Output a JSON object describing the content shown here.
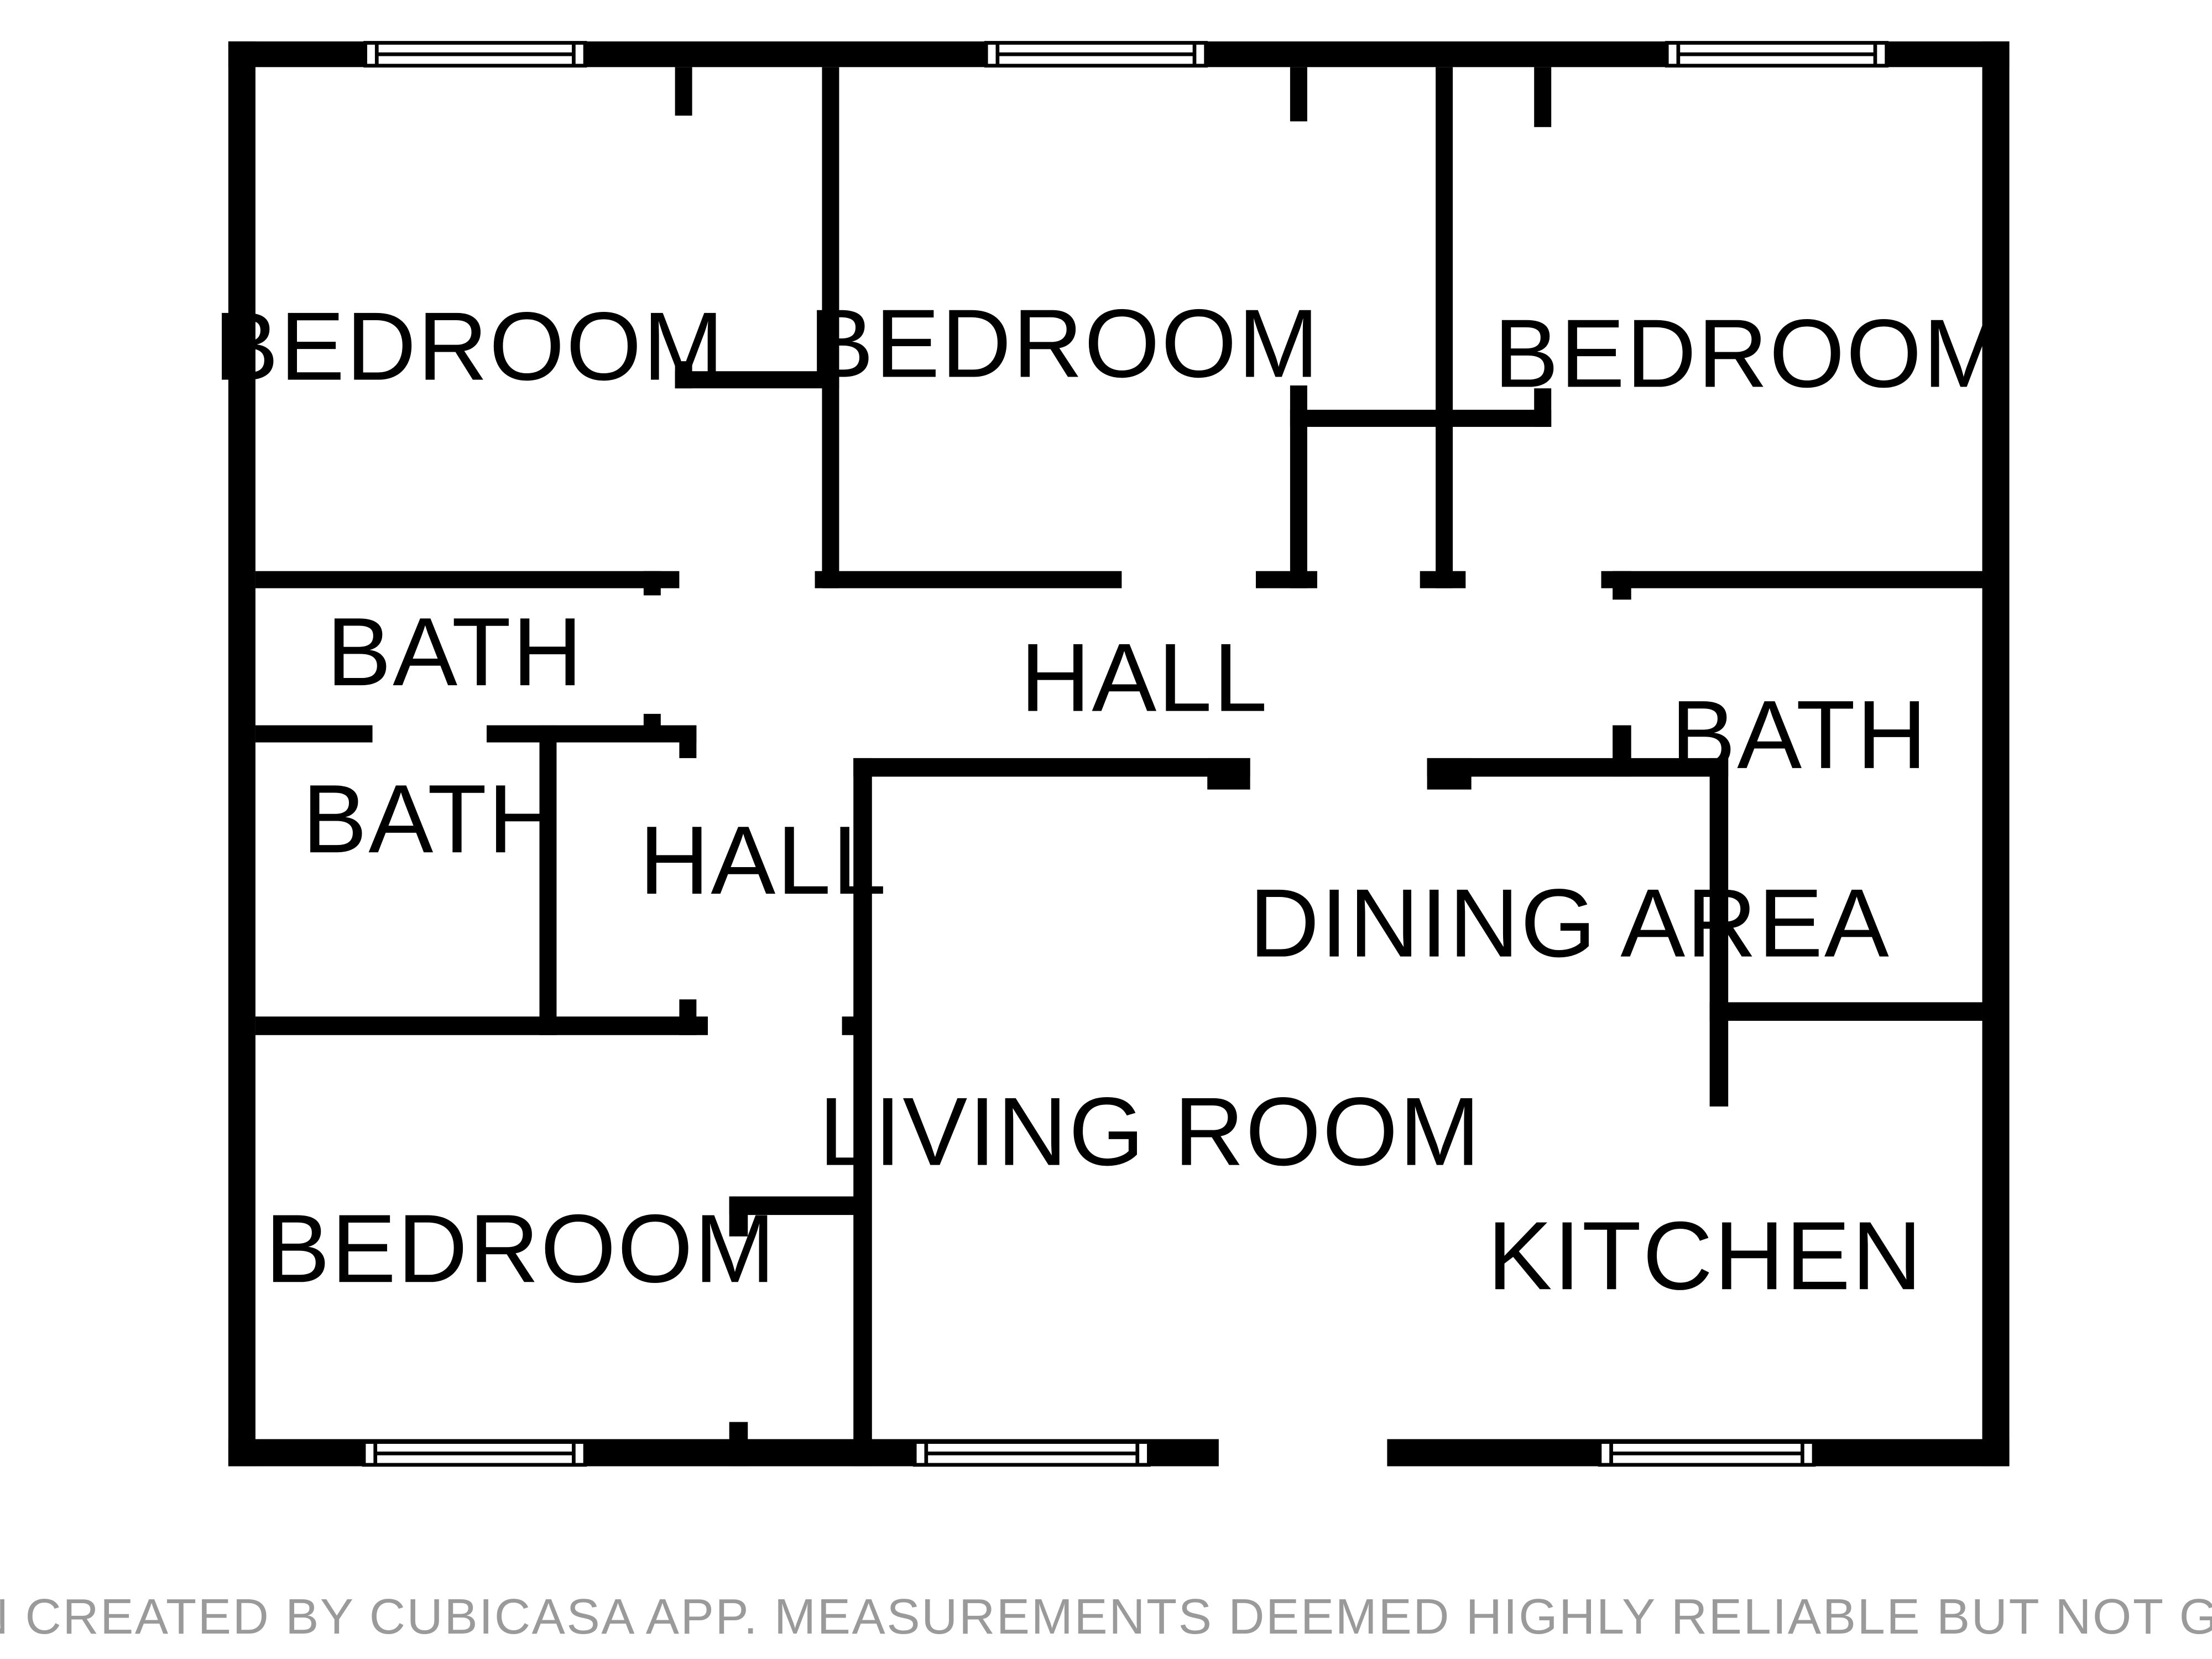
{
  "rooms": {
    "bedroom_top_left": "BEDROOM",
    "bedroom_top_middle": "BEDROOM",
    "bedroom_top_right": "BEDROOM",
    "bath_left_upper": "BATH",
    "bath_left_lower": "BATH",
    "hall_main": "HALL",
    "hall_side": "HALL",
    "bath_right": "BATH",
    "dining_area": "DINING AREA",
    "living_room": "LIVING ROOM",
    "kitchen": "KITCHEN",
    "bedroom_bottom_left": "BEDROOM"
  },
  "footer": {
    "disclaimer": "FLOOR PLAN CREATED BY CUBICASA APP. MEASUREMENTS DEEMED HIGHLY RELIABLE BUT NOT GUARANTEED."
  },
  "colors": {
    "wall": "#000000",
    "background": "#ffffff",
    "disclaimer_text": "#9a9a9a"
  }
}
